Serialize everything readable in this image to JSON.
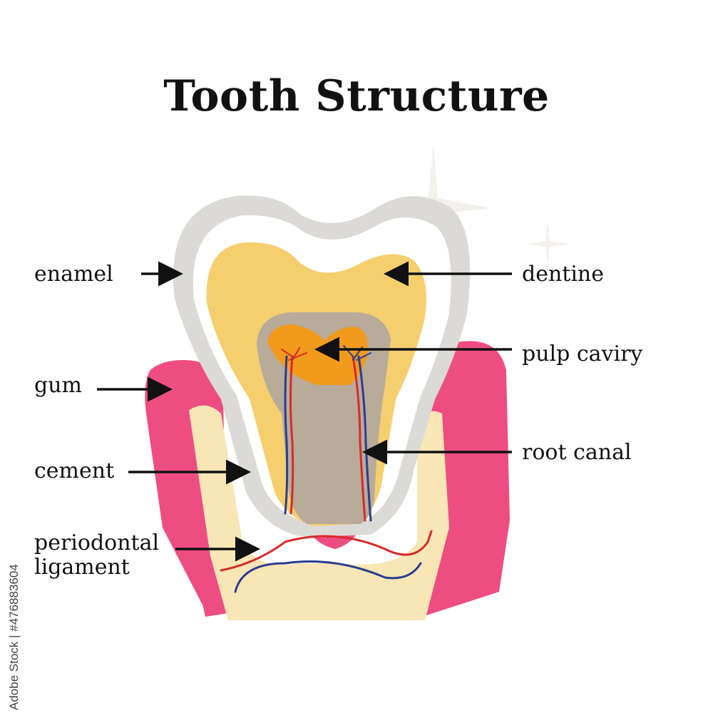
{
  "title": "Tooth Structure",
  "labels": {
    "enamel": "enamel",
    "dentine": "dentine",
    "gum": "gum",
    "pulp_cavity": "pulp caviry",
    "cement": "cement",
    "root_canal": "root canal",
    "periodontal_line1": "periodontal",
    "periodontal_line2": "ligament"
  },
  "watermark_stamp": "Adobe Stock | #476883604",
  "colors": {
    "enamel": "#dcdad6",
    "dentine": "#f5cf6e",
    "pulp": "#f29a1c",
    "gum": "#ee4d82",
    "bone": "#f8e6b6",
    "vein": "#2b3d8f",
    "artery": "#d62b2b"
  }
}
